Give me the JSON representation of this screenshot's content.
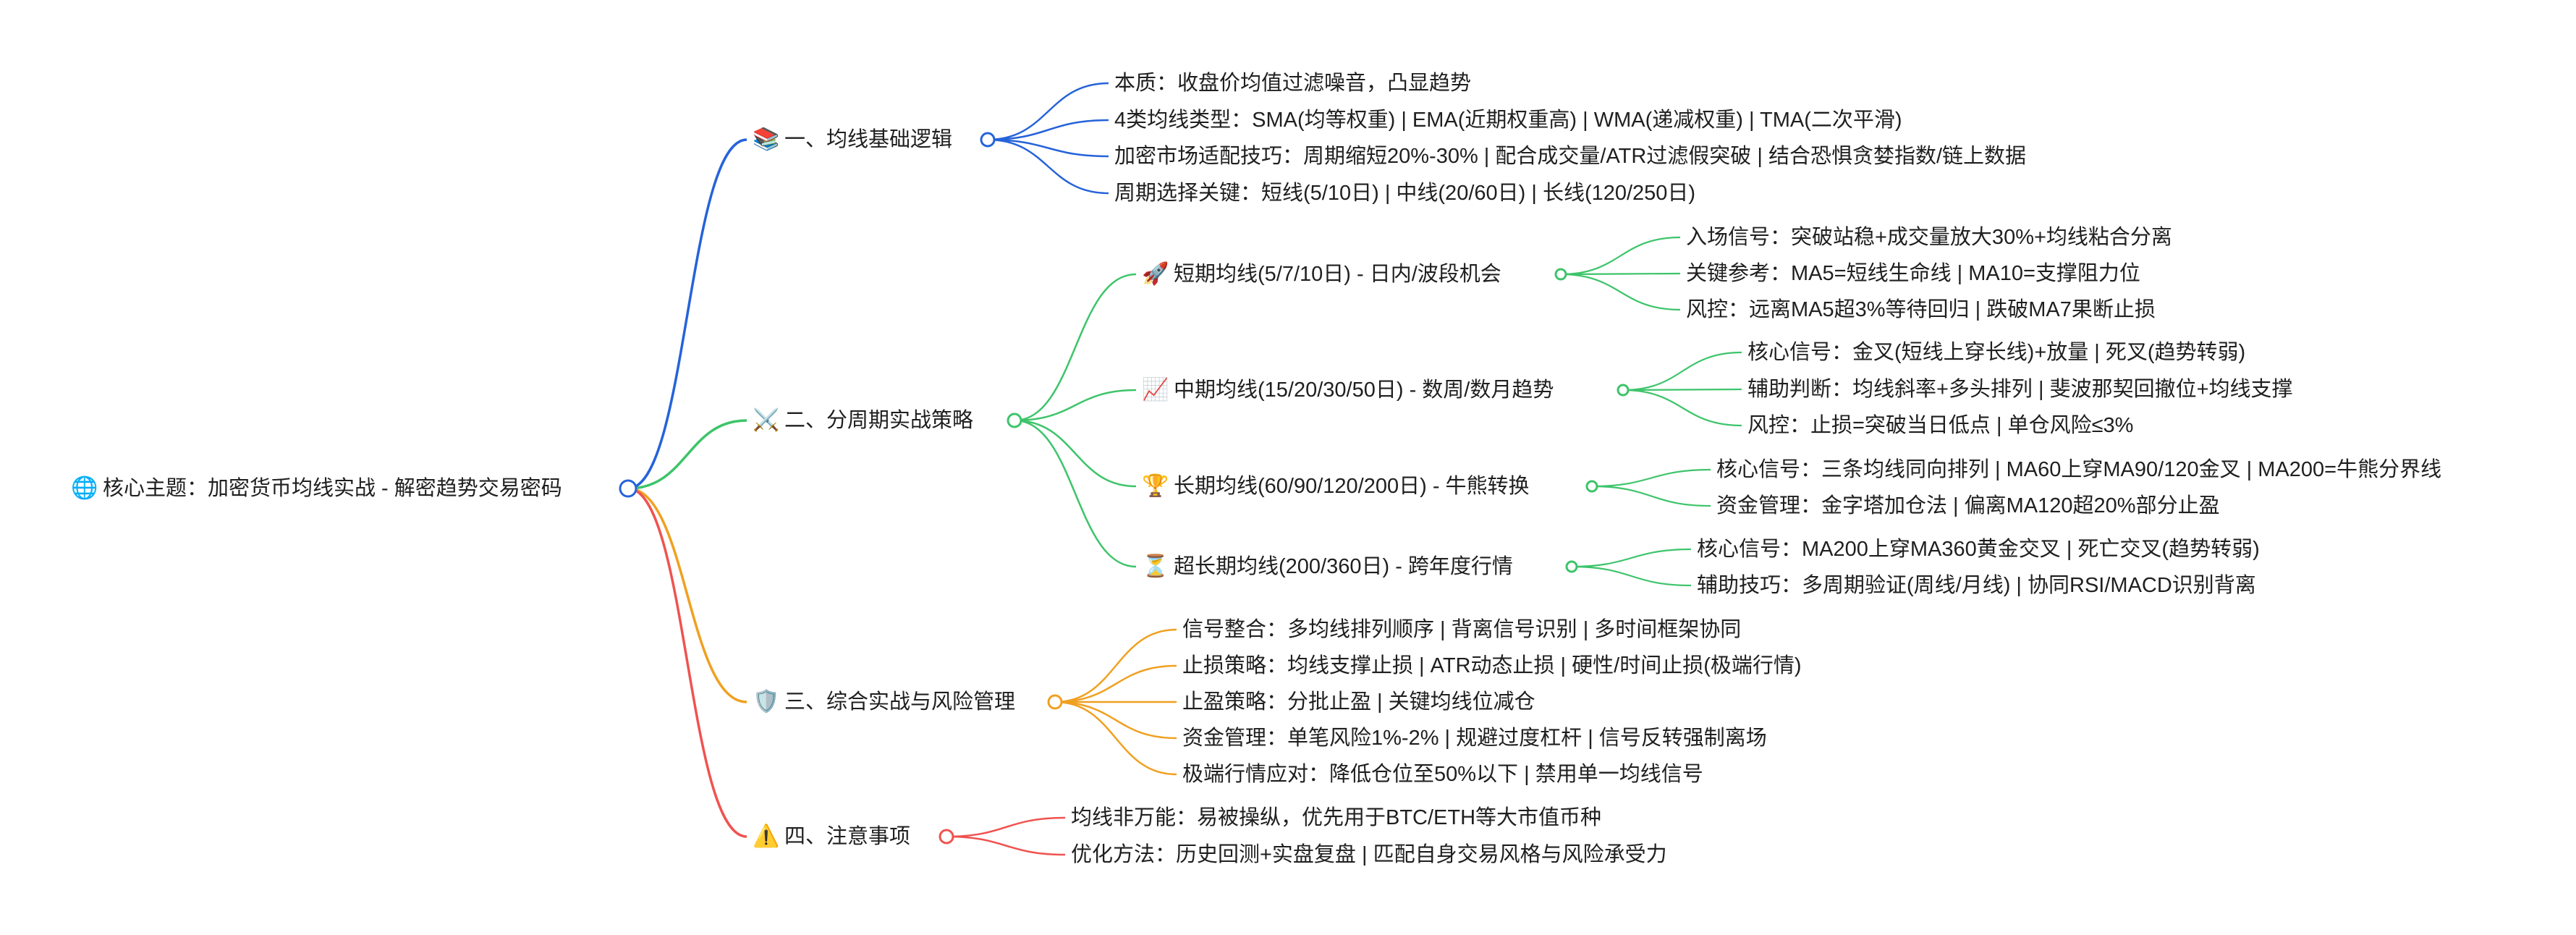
{
  "root": {
    "icon": "globe-icon",
    "label": "核心主题：加密货币均线实战 - 解密趋势交易密码"
  },
  "colors": {
    "blue": "#2563d9",
    "green": "#3dc46a",
    "orange": "#f0a020",
    "red": "#ef5350"
  },
  "branches": [
    {
      "icon": "books-icon",
      "label": "一、均线基础逻辑",
      "color": "blue",
      "leaves": [
        "本质：收盘价均值过滤噪音，凸显趋势",
        "4类均线类型：SMA(均等权重) | EMA(近期权重高) | WMA(递减权重) | TMA(二次平滑)",
        "加密市场适配技巧：周期缩短20%-30% | 配合成交量/ATR过滤假突破 | 结合恐惧贪婪指数/链上数据",
        "周期选择关键：短线(5/10日) | 中线(20/60日) | 长线(120/250日)"
      ]
    },
    {
      "icon": "swords-icon",
      "label": "二、分周期实战策略",
      "color": "green",
      "subs": [
        {
          "icon": "rocket-icon",
          "label": "短期均线(5/7/10日) - 日内/波段机会",
          "leaves": [
            "入场信号：突破站稳+成交量放大30%+均线粘合分离",
            "关键参考：MA5=短线生命线 | MA10=支撑阻力位",
            "风控：远离MA5超3%等待回归 | 跌破MA7果断止损"
          ]
        },
        {
          "icon": "chart-up-icon",
          "label": "中期均线(15/20/30/50日) - 数周/数月趋势",
          "leaves": [
            "核心信号：金叉(短线上穿长线)+放量 | 死叉(趋势转弱)",
            "辅助判断：均线斜率+多头排列 | 斐波那契回撤位+均线支撑",
            "风控：止损=突破当日低点 | 单仓风险≤3%"
          ]
        },
        {
          "icon": "trophy-icon",
          "label": "长期均线(60/90/120/200日) - 牛熊转换",
          "leaves": [
            "核心信号：三条均线同向排列 | MA60上穿MA90/120金叉 | MA200=牛熊分界线",
            "资金管理：金字塔加仓法 | 偏离MA120超20%部分止盈"
          ]
        },
        {
          "icon": "hourglass-icon",
          "label": "超长期均线(200/360日) - 跨年度行情",
          "leaves": [
            "核心信号：MA200上穿MA360黄金交叉 | 死亡交叉(趋势转弱)",
            "辅助技巧：多周期验证(周线/月线) | 协同RSI/MACD识别背离"
          ]
        }
      ]
    },
    {
      "icon": "shield-icon",
      "label": "三、综合实战与风险管理",
      "color": "orange",
      "leaves": [
        "信号整合：多均线排列顺序 | 背离信号识别 | 多时间框架协同",
        "止损策略：均线支撑止损 | ATR动态止损 | 硬性/时间止损(极端行情)",
        "止盈策略：分批止盈 | 关键均线位减仓",
        "资金管理：单笔风险1%-2% | 规避过度杠杆 | 信号反转强制离场",
        "极端行情应对：降低仓位至50%以下 | 禁用单一均线信号"
      ]
    },
    {
      "icon": "warning-icon",
      "label": "四、注意事项",
      "color": "red",
      "leaves": [
        "均线非万能：易被操纵，优先用于BTC/ETH等大市值币种",
        "优化方法：历史回测+实盘复盘 | 匹配自身交易风格与风险承受力"
      ]
    }
  ]
}
